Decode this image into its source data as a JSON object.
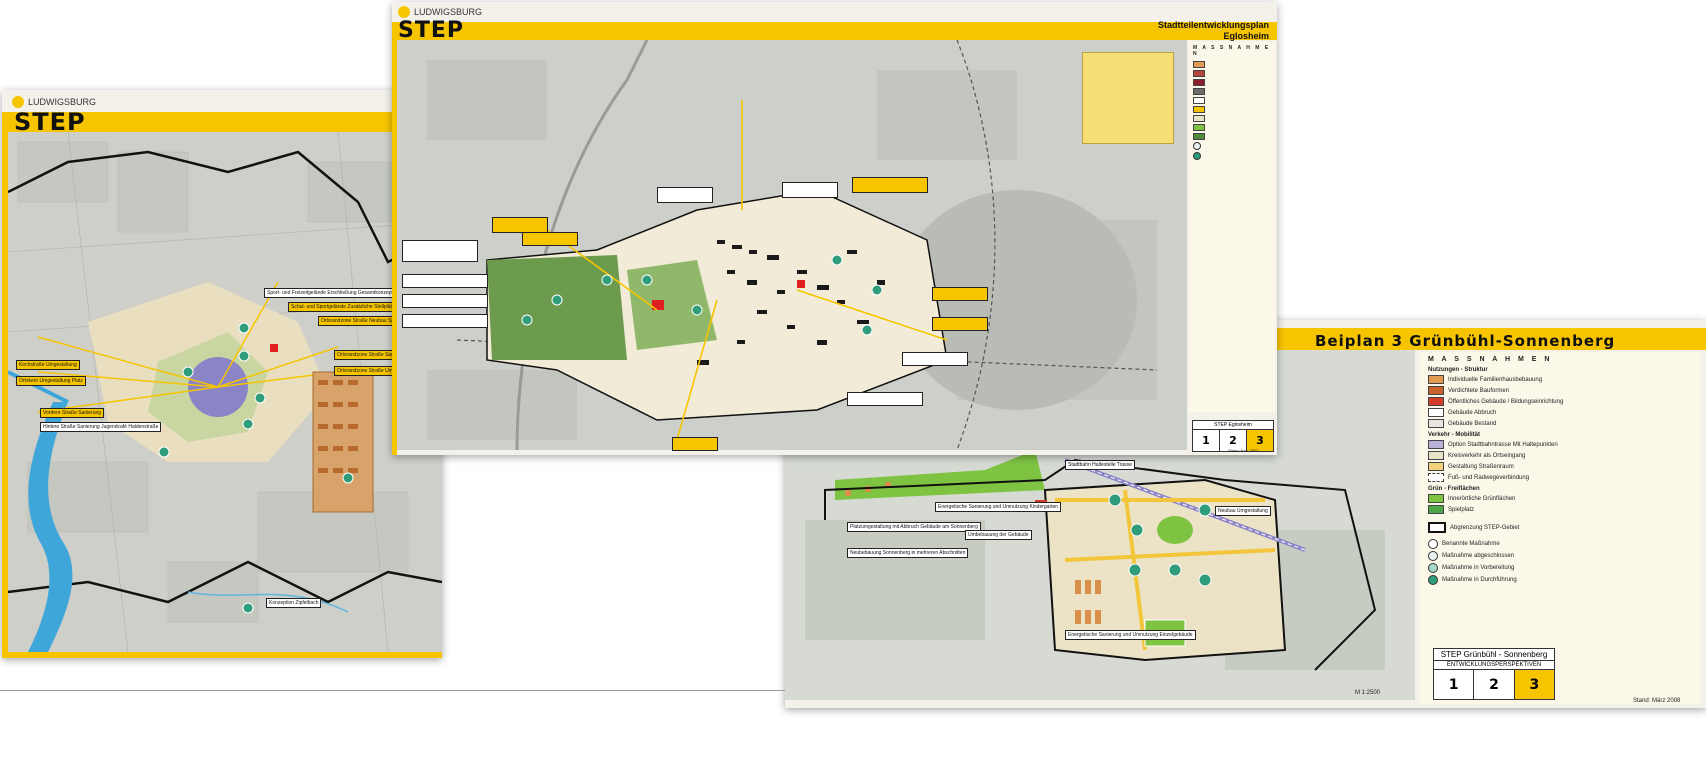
{
  "left_sheet": {
    "brand": "LUDWIGSBURG",
    "title": "STEP",
    "labels": [
      "Sport- und Freizeitgelände Erschließung Gesamtkonzept",
      "Schul- und Sportgelände Zusätzliche Stellplätze Ortskern",
      "Ortsrandzone Straße Neubau Sporthalle",
      "Ortsrandzone Straße Sanierung und Verdichtung",
      "Ortsrandzone Straße Umgestaltung",
      "Ortskern Umgestaltung Platz",
      "Kirchstraße Umgestaltung",
      "Vordere Straße Sanierung",
      "Hintere Straße Sanierung Jugendcafé Haldenstraße",
      "Konzeption Zipfelbach"
    ]
  },
  "top_sheet": {
    "brand": "LUDWIGSBURG",
    "title": "STEP",
    "header_right_1": "Stadtteilentwicklungsplan",
    "header_right_2": "Eglosheim",
    "legend_title": "M A S S N A H M E N",
    "phase_title": "STEP Eglosheim",
    "phases": [
      "1",
      "2",
      "3"
    ],
    "stand": "Stand: Nov. 2007"
  },
  "right_sheet": {
    "title": "Beiplan 3 Grünbühl-Sonnenberg",
    "legend_title": "M A S S N A H M E N",
    "sections": [
      {
        "heading": "Nutzungen - Struktur",
        "items": [
          {
            "label": "Individuelle Familienhausbebauung",
            "color": "#e39a52"
          },
          {
            "label": "Verdichtete Bauformen",
            "color": "#c9632e"
          },
          {
            "label": "Öffentliches Gebäude / Bildungseinrichtung",
            "color": "#d33b2a"
          },
          {
            "label": "Gebäude Abbruch",
            "color": "#ffffff"
          },
          {
            "label": "Gebäude Bestand",
            "color": "#e8e6e0"
          }
        ]
      },
      {
        "heading": "Verkehr - Mobilität",
        "items": [
          {
            "label": "Option Stadtbahntrasse Mit Haltepunkten",
            "color": "#b9b2d6"
          },
          {
            "label": "Kreisverkehr als Ortseingang",
            "color": "#e9e3c8"
          },
          {
            "label": "Gestaltung Straßenraum",
            "color": "#f2d37a"
          },
          {
            "label": "Fuß- und Radwegeverbindung",
            "color": "#ffffff"
          }
        ]
      },
      {
        "heading": "Grün - Freiflächen",
        "items": [
          {
            "label": "Innerörtliche Grünflächen",
            "color": "#7fc343"
          },
          {
            "label": "Spielplatz",
            "color": "#4ea64a"
          }
        ]
      }
    ],
    "boundary_label": "Abgrenzung STEP-Gebiet",
    "markers": [
      {
        "label": "Benannte Maßnahme",
        "color": "#ffffff"
      },
      {
        "label": "Maßnahme abgeschlossen",
        "color": "#e9f3f2"
      },
      {
        "label": "Maßnahme in Vorbereitung",
        "color": "#a6d9c9"
      },
      {
        "label": "Maßnahme in Durchführung",
        "color": "#2f9d7b"
      }
    ],
    "phase_title": "STEP Grünbühl - Sonnenberg",
    "phase_subtitle": "ENTWICKLUNGSPERSPEKTIVEN",
    "phases": [
      "1",
      "2",
      "3"
    ],
    "scale": "M 1:2500",
    "stand": "Stand: März 2008",
    "map_labels": [
      "Stadtbahn Haltestelle Trasse",
      "Neubau Umgestaltung",
      "Platzumgestaltung mit Abbruch Gebäude am Sonnenberg",
      "Neubebauung Sonnenberg in mehreren Abschnitten",
      "Energetische Sanierung und Umnutzung Kindergarten",
      "Umbebauung der Gebäude",
      "Energetische Sanierung und Umnutzung Einzelgebäude"
    ]
  }
}
